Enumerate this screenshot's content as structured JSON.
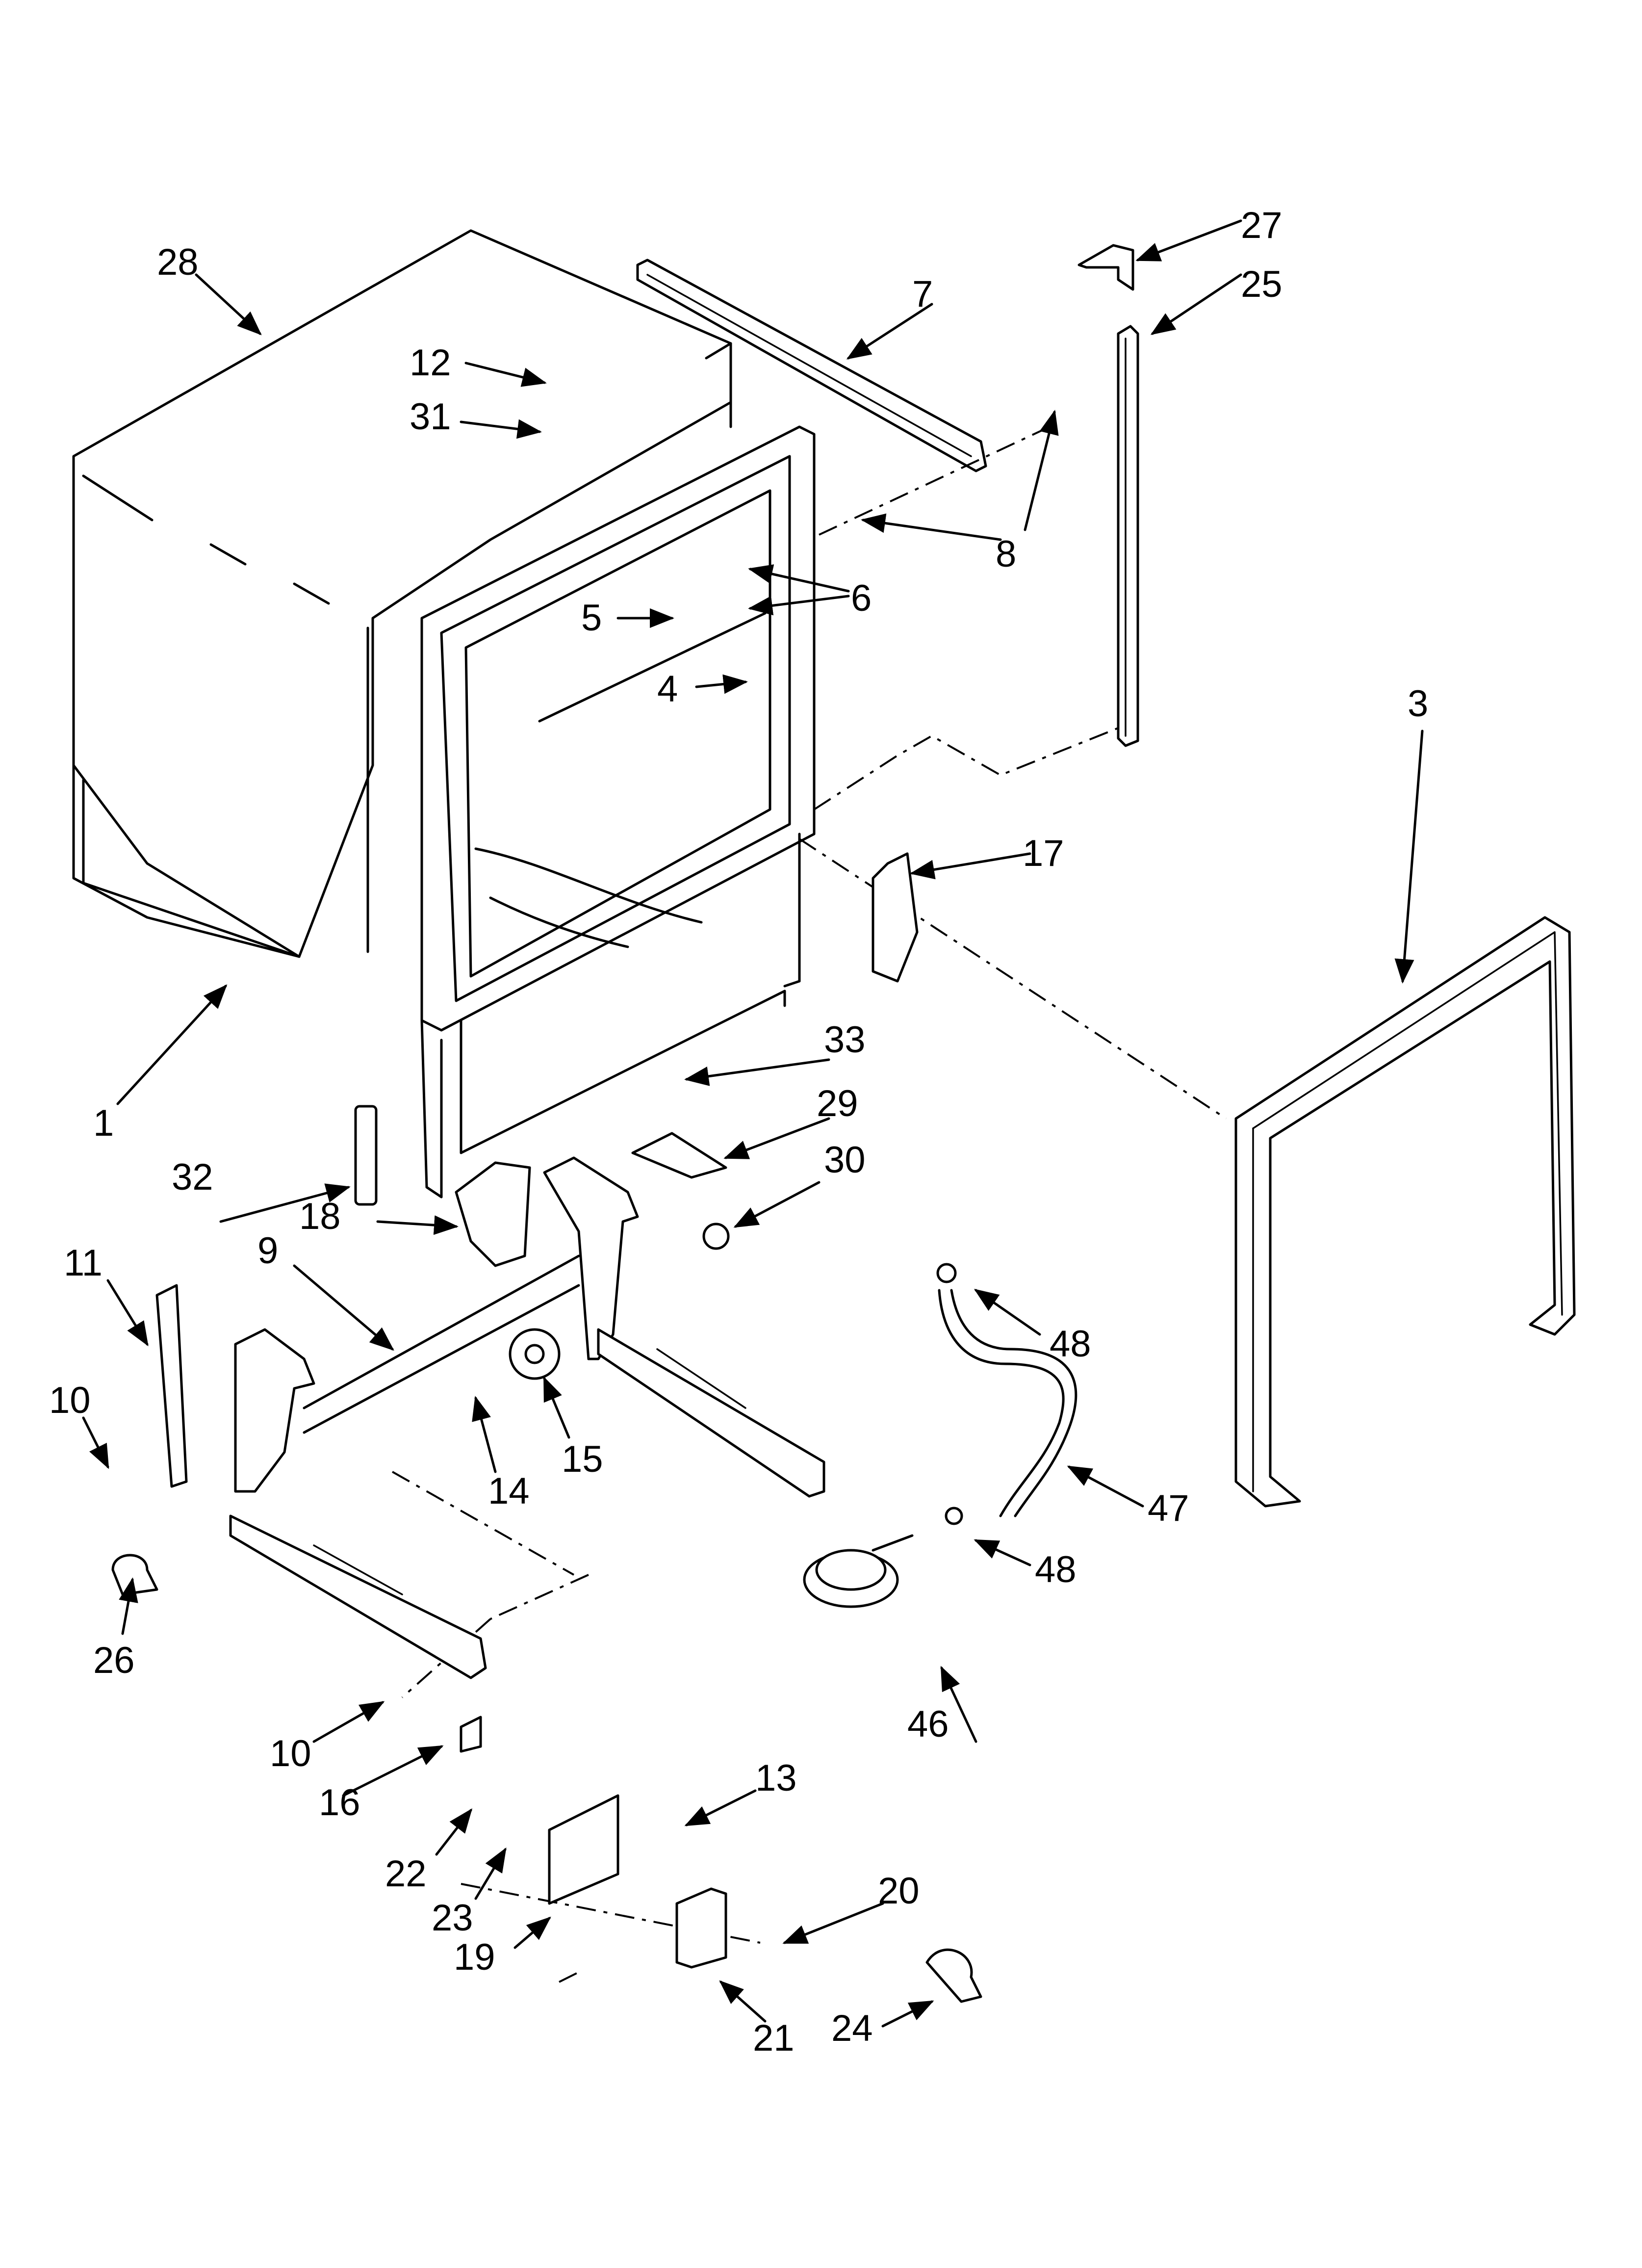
{
  "callouts": [
    {
      "id": "c1",
      "text": "1"
    },
    {
      "id": "c3",
      "text": "3"
    },
    {
      "id": "c4",
      "text": "4"
    },
    {
      "id": "c5",
      "text": "5"
    },
    {
      "id": "c6",
      "text": "6"
    },
    {
      "id": "c7",
      "text": "7"
    },
    {
      "id": "c8",
      "text": "8"
    },
    {
      "id": "c9",
      "text": "9"
    },
    {
      "id": "c10a",
      "text": "10"
    },
    {
      "id": "c10b",
      "text": "10"
    },
    {
      "id": "c11",
      "text": "11"
    },
    {
      "id": "c12",
      "text": "12"
    },
    {
      "id": "c13",
      "text": "13"
    },
    {
      "id": "c14",
      "text": "14"
    },
    {
      "id": "c15",
      "text": "15"
    },
    {
      "id": "c16",
      "text": "16"
    },
    {
      "id": "c17",
      "text": "17"
    },
    {
      "id": "c18",
      "text": "18"
    },
    {
      "id": "c19",
      "text": "19"
    },
    {
      "id": "c20",
      "text": "20"
    },
    {
      "id": "c21",
      "text": "21"
    },
    {
      "id": "c22",
      "text": "22"
    },
    {
      "id": "c23",
      "text": "23"
    },
    {
      "id": "c24",
      "text": "24"
    },
    {
      "id": "c25",
      "text": "25"
    },
    {
      "id": "c26",
      "text": "26"
    },
    {
      "id": "c27",
      "text": "27"
    },
    {
      "id": "c28",
      "text": "28"
    },
    {
      "id": "c29",
      "text": "29"
    },
    {
      "id": "c30",
      "text": "30"
    },
    {
      "id": "c31",
      "text": "31"
    },
    {
      "id": "c32",
      "text": "32"
    },
    {
      "id": "c33",
      "text": "33"
    },
    {
      "id": "c46",
      "text": "46"
    },
    {
      "id": "c47",
      "text": "47"
    },
    {
      "id": "c48a",
      "text": "48"
    },
    {
      "id": "c48b",
      "text": "48"
    }
  ]
}
